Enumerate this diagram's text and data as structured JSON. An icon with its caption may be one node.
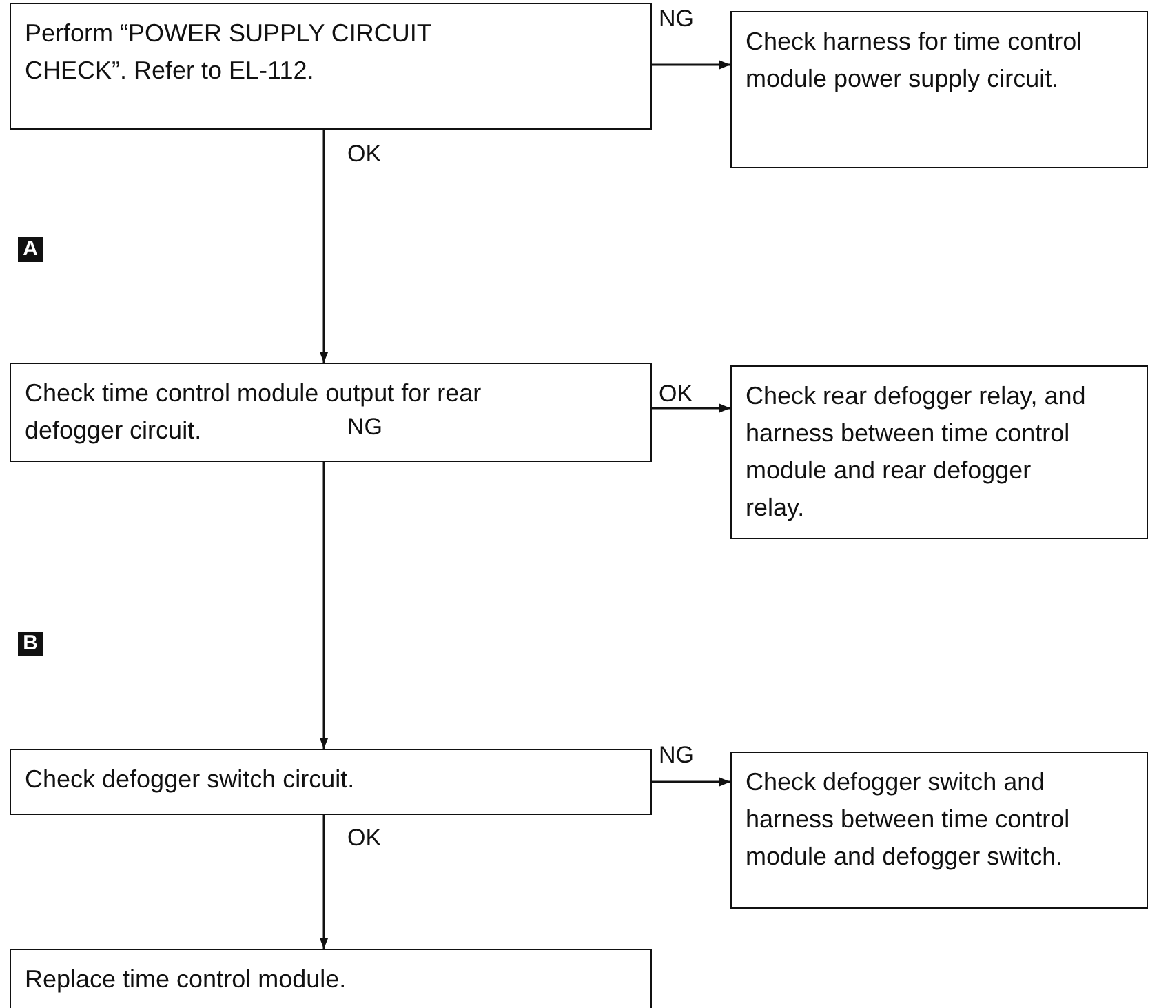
{
  "diagram": {
    "nodes": [
      {
        "text": [
          "Perform “POWER SUPPLY CIRCUIT CHECK”. Refer to EL-112."
        ]
      },
      {
        "text": [
          "Check harness for time control module power supply circuit."
        ]
      },
      {
        "text": [
          "Check time control module output for rear defogger circuit."
        ]
      },
      {
        "text": [
          "Check rear defogger relay, and harness between time control module and rear defogger relay."
        ]
      },
      {
        "text": [
          "Check defogger switch circuit."
        ]
      },
      {
        "text": [
          "Check defogger switch and harness between time control module and defogger switch."
        ]
      },
      {
        "text": [
          "Replace time control module."
        ]
      }
    ],
    "edges": [
      {
        "from": 0,
        "to": 1,
        "arrow": "to",
        "label": "NG"
      },
      {
        "from": 0,
        "to": 2,
        "arrow": "to",
        "label": "OK"
      },
      {
        "from": 2,
        "to": 3,
        "arrow": "to",
        "label": "OK"
      },
      {
        "from": 2,
        "to": 4,
        "arrow": "to",
        "label": "NG"
      },
      {
        "from": 4,
        "to": 5,
        "arrow": "to",
        "label": "NG"
      },
      {
        "from": 4,
        "to": 6,
        "arrow": "to",
        "label": "OK"
      }
    ],
    "labels": [
      "A",
      "B"
    ]
  }
}
